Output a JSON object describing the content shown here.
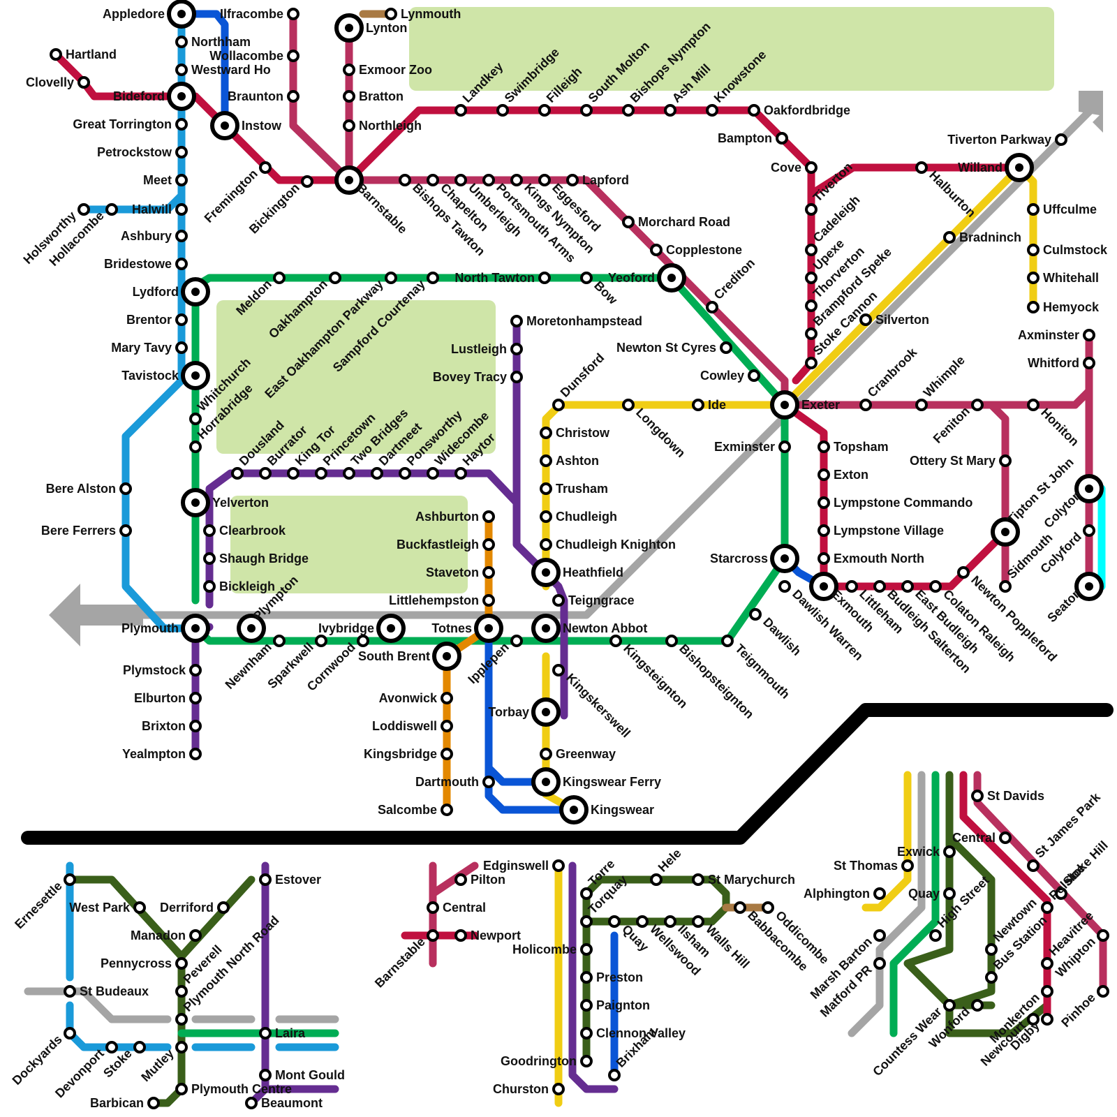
{
  "colors": {
    "devon_blue": "#1a9ad9",
    "tarka_blue": "#0a55d6",
    "crimson": "#c0103f",
    "rose": "#b8305e",
    "green": "#00ad54",
    "purple": "#652d91",
    "yellow": "#f0cd14",
    "orange": "#e38800",
    "grey": "#a5a5a5",
    "brown": "#a97a44",
    "dark_green": "#3a5f1a",
    "cyan": "#00ffff",
    "park": "#cfe5a8",
    "divider": "#000000"
  },
  "stations": {
    "appledore": "Appledore",
    "ilfracombe": "Ilfracombe",
    "lynmouth": "Lynmouth",
    "lynton": "Lynton",
    "hartland": "Hartland",
    "northham": "Northham",
    "wollacombe": "Wollacombe",
    "westward_ho": "Westward Ho",
    "exmoor_zoo": "Exmoor Zoo",
    "clovelly": "Clovelly",
    "bideford": "Bideford",
    "braunton": "Braunton",
    "bratton": "Bratton",
    "great_torrington": "Great Torrington",
    "instow": "Instow",
    "northleigh": "Northleigh",
    "petrockstow": "Petrockstow",
    "meet": "Meet",
    "halwill": "Halwill",
    "holsworthy": "Holsworthy",
    "hollacombe": "Hollacombe",
    "ashbury": "Ashbury",
    "bridestowe": "Bridestowe",
    "lydford": "Lydford",
    "brentor": "Brentor",
    "mary_tavy": "Mary Tavy",
    "tavistock": "Tavistock",
    "bere_alston": "Bere Alston",
    "bere_ferrers": "Bere Ferrers",
    "plymouth": "Plymouth",
    "plymstock": "Plymstock",
    "elburton": "Elburton",
    "brixton": "Brixton",
    "yealmpton": "Yealmpton",
    "fremington": "Fremington",
    "bickington": "Bickington",
    "barnstable": "Barnstable",
    "landkey": "Landkey",
    "swimbridge": "Swimbridge",
    "filleigh": "Filleigh",
    "south_molton": "South Molton",
    "bishops_nympton": "Bishops Nympton",
    "ash_mill": "Ash Mill",
    "knowstone": "Knowstone",
    "oakfordbridge": "Oakfordbridge",
    "bampton": "Bampton",
    "cove": "Cove",
    "tiverton": "Tiverton",
    "cadeleigh": "Cadeleigh",
    "upexe": "Upexe",
    "thorverton": "Thorverton",
    "brampford_speke": "Brampford Speke",
    "stoke_cannon": "Stoke Cannon",
    "tiverton_parkway": "Tiverton Parkway",
    "willand": "Willand",
    "halburton": "Halburton",
    "uffculme": "Uffculme",
    "culmstock": "Culmstock",
    "whitehall": "Whitehall",
    "hemyock": "Hemyock",
    "bradninch": "Bradninch",
    "silverton": "Silverton",
    "bishops_tawton": "Bishops Tawton",
    "chapelton": "Chapelton",
    "umberleigh": "Umberleigh",
    "portsmouth_arms": "Portsmouth Arms",
    "kings_nympton": "Kings Nympton",
    "eggesford": "Eggesford",
    "lapford": "Lapford",
    "morchard_road": "Morchard Road",
    "copplestone": "Copplestone",
    "yeoford": "Yeoford",
    "bow": "Bow",
    "north_tawton": "North Tawton",
    "crediton": "Crediton",
    "newton_st_cyres": "Newton St Cyres",
    "cowley": "Cowley",
    "meldon": "Meldon",
    "okehampton": "Oakhampton",
    "east_okehampton": "East Oakhampton Parkway",
    "sampford_courtenay": "Sampford Courtenay",
    "whitchurch": "Whitchurch",
    "horrabridge": "Horrabridge",
    "yelverton": "Yelverton",
    "clearbrook": "Clearbrook",
    "shaugh_bridge": "Shaugh Bridge",
    "bickleigh": "Bickleigh",
    "plympton": "Plympton",
    "dousland": "Dousland",
    "burrator": "Burrator",
    "king_tor": "King Tor",
    "princetown": "Princetown",
    "two_bridges": "Two Bridges",
    "dartmeet": "Dartmeet",
    "ponsworthy": "Ponsworthy",
    "widecombe": "Widecombe",
    "haytor": "Haytor",
    "moretonhampstead": "Moretonhampstead",
    "lustleigh": "Lustleigh",
    "bovey_tracy": "Bovey Tracy",
    "dunsford": "Dunsford",
    "christow": "Christow",
    "ashton": "Ashton",
    "trusham": "Trusham",
    "chudleigh": "Chudleigh",
    "chudleigh_knighton": "Chudleigh Knighton",
    "heathfield": "Heathfield",
    "teigngrace": "Teigngrace",
    "newton_abbot": "Newton Abbot",
    "kingskerswell": "Kingskerswell",
    "torbay": "Torbay",
    "greenway": "Greenway",
    "kingswear_ferry": "Kingswear Ferry",
    "kingswear": "Kingswear",
    "dartmouth": "Dartmouth",
    "ashburton": "Ashburton",
    "buckfastleigh": "Buckfastleigh",
    "staveton": "Staveton",
    "littlehempston": "Littlehempston",
    "totnes": "Totnes",
    "ipplepen": "Ipplepen",
    "south_brent": "South Brent",
    "avonwick": "Avonwick",
    "loddiswell": "Loddiswell",
    "kingsbridge": "Kingsbridge",
    "salcombe": "Salcombe",
    "ivybridge": "Ivybridge",
    "newnham": "Newnham",
    "sparkwell": "Sparkwell",
    "cornwood": "Cornwood",
    "longdown": "Longdown",
    "ide": "Ide",
    "exeter": "Exeter",
    "exminster": "Exminster",
    "starcross": "Starcross",
    "dawlish_warren": "Dawlish Warren",
    "dawlish": "Dawlish",
    "teignmouth": "Teignmouth",
    "bishopsteignton": "Bishopsteignton",
    "kingsteignton": "Kingsteignton",
    "topsham": "Topsham",
    "exton": "Exton",
    "lympstone_commando": "Lympstone Commando",
    "lympstone_village": "Lympstone Village",
    "exmouth_north": "Exmouth North",
    "exmouth": "Exmouth",
    "littleham": "Littleham",
    "budleigh_salterton": "Budleigh Salterton",
    "east_budleigh": "East Budleigh",
    "colaton_raleigh": "Colaton Raleigh",
    "newton_poppleford": "Newton Poppleford",
    "cranbrook": "Cranbrook",
    "whimple": "Whimple",
    "feniton": "Feniton",
    "honiton": "Honiton",
    "ottery_st_mary": "Ottery St Mary",
    "tipton_st_john": "Tipton St John",
    "sidmouth": "Sidmouth",
    "axminster": "Axminster",
    "whitford": "Whitford",
    "colyton": "Colyton",
    "colyford": "Colyford",
    "seaton": "Seaton"
  },
  "plymouth_inset": {
    "ernesettle": "Ernesettle",
    "west_park": "West Park",
    "derriford": "Derriford",
    "estover": "Estover",
    "manadon": "Manadon",
    "pennycross": "Pennycross",
    "peverell": "Peverell",
    "st_budeaux": "St Budeaux",
    "plymouth_north_road": "Plymouth North Road",
    "laira": "Laira",
    "dockyards": "Dockyards",
    "devonport": "Devonport",
    "stoke": "Stoke",
    "mutley": "Mutley",
    "mont_gould": "Mont Gould",
    "plymouth_centre": "Plymouth Centre",
    "barbican": "Barbican",
    "beaumont": "Beaumont"
  },
  "barnstaple_inset": {
    "edginswell": "Edginswell",
    "pilton": "Pilton",
    "central": "Central",
    "newport": "Newport",
    "barnstable": "Barnstable"
  },
  "torbay_inset": {
    "torre": "Torre",
    "hele": "Hele",
    "st_marychurch": "St Marychurch",
    "torquay": "Torquay",
    "quay": "Quay",
    "wellswood": "Wellswood",
    "ilsham": "Ilsham",
    "walls_hill": "Walls Hill",
    "babbacombe": "Babbacombe",
    "oddicombe": "Oddicombe",
    "holicombe": "Holicombe",
    "preston": "Preston",
    "paignton": "Paignton",
    "clennon_valley": "Clennon Valley",
    "goodrington": "Goodrington",
    "churston": "Churston",
    "brixham": "Brixham"
  },
  "exeter_inset": {
    "st_davids": "St Davids",
    "central": "Central",
    "st_james_park": "St James Park",
    "exwick": "Exwick",
    "st_thomas": "St Thomas",
    "alphington": "Alphington",
    "quay": "Quay",
    "stoke_hill": "Stoke Hill",
    "polsloe": "Polsloe",
    "newtown": "Newtown",
    "heavitree": "Heavitree",
    "high_street": "High Street",
    "bus_station": "Bus Station",
    "marsh_barton": "Marsh Barton",
    "matford_pr": "Matford PR",
    "whipton": "Whipton",
    "monkerton": "Monkerton",
    "pinhoe": "Pinhoe",
    "digby": "Digby",
    "newcourt": "Newcourt",
    "countess_wear": "Countess Wear",
    "wonford": "Wonford"
  }
}
